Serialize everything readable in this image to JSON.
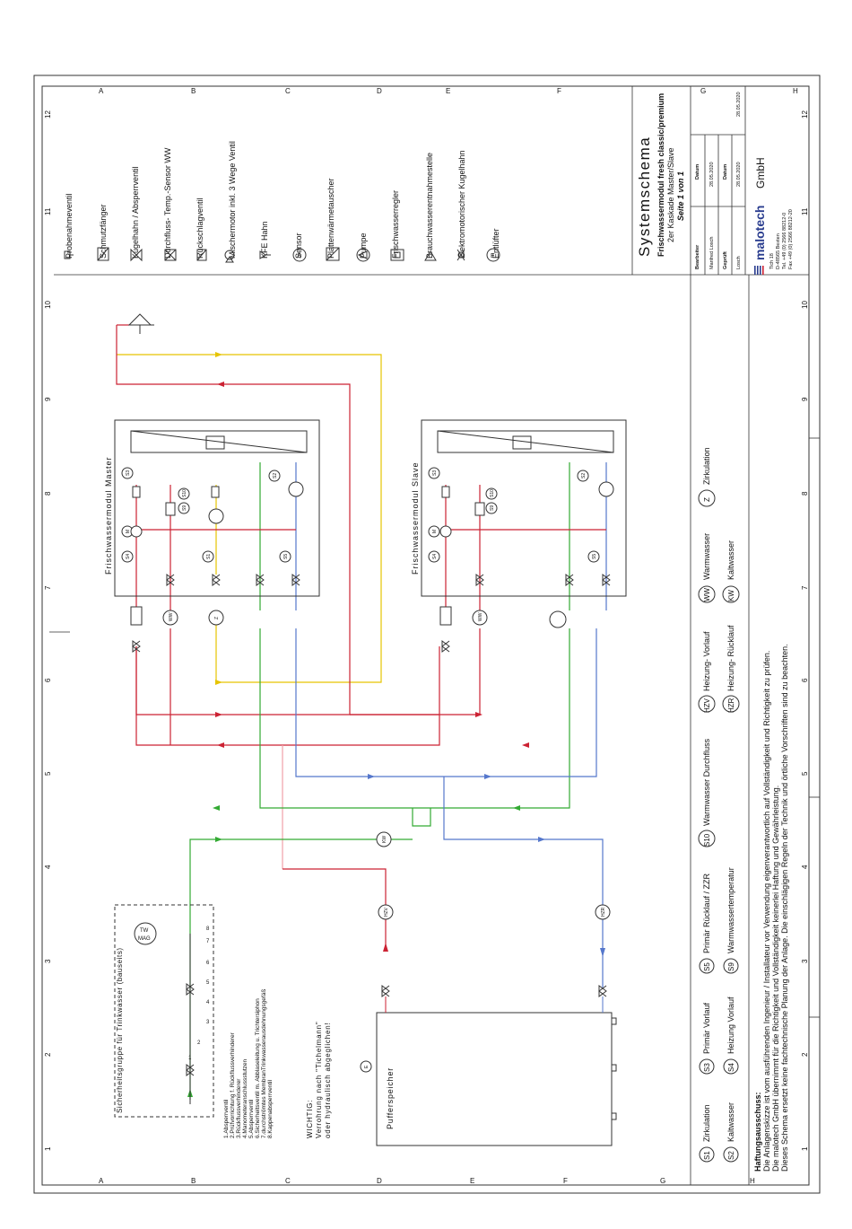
{
  "colors": {
    "red": "#cc2233",
    "pink": "#f0a0a8",
    "yellow": "#e6c400",
    "green": "#33aa33",
    "blue": "#5577cc",
    "frame": "#333333",
    "brand": "#2a3d8f"
  },
  "border": {
    "letters": [
      "A",
      "B",
      "C",
      "D",
      "E",
      "F",
      "G",
      "H"
    ],
    "numbers": [
      "12",
      "11",
      "10",
      "9",
      "8",
      "7",
      "6",
      "5",
      "4",
      "3",
      "2",
      "1"
    ]
  },
  "legend_symbols": [
    {
      "label": "Probenahmeventil",
      "icon": "sample-valve-icon"
    },
    {
      "label": "Schmutzfänger",
      "icon": "strainer-icon"
    },
    {
      "label": "Kugelhahn / Absperrventil",
      "icon": "ball-valve-icon"
    },
    {
      "label": "Durchfluss- Temp.-Sensor WW",
      "icon": "flow-temp-sensor-icon"
    },
    {
      "label": "Rückschlagventil",
      "icon": "check-valve-icon"
    },
    {
      "label": "Mischermotor inkl. 3 Wege Ventil",
      "icon": "mixer-motor-icon"
    },
    {
      "label": "KFE Hahn",
      "icon": "kfe-tap-icon"
    },
    {
      "label": "Sensor",
      "icon": "sensor-icon"
    },
    {
      "label": "Plattenwärmetauscher",
      "icon": "plate-heat-exchanger-icon"
    },
    {
      "label": "Pumpe",
      "icon": "pump-icon"
    },
    {
      "label": "Frischwasserregler",
      "icon": "controller-icon"
    },
    {
      "label": "Brauchwasserentnahmestelle",
      "icon": "tap-point-icon"
    },
    {
      "label": "Elektromotorischer Kugelhahn",
      "icon": "motor-ball-valve-icon"
    },
    {
      "label": "Entlüfter",
      "icon": "air-vent-icon"
    }
  ],
  "title_block": {
    "heading": "Systemschema",
    "line1": "Frischwassermodul fresh classic/premium",
    "line2": "2er Kaskade Master/Slave",
    "line3": "Seite 1 von 1",
    "table": {
      "bearbeiter_label": "Bearbeiter",
      "bearbeiter": "Manfred Losch",
      "datum_label": "Datum",
      "datum1": "28.05.2020",
      "geprueft_label": "Geprüft",
      "geprueft": "Losch",
      "datum2": "28.05.2020",
      "datum3": "28.05.2020"
    },
    "company": {
      "name": "malotech",
      "suffix": "GmbH",
      "street": "Tich 18",
      "city": "D-48565 Bexten",
      "tel": "Tel. +49 (0) 2566 88212-0",
      "fax": "Fax +49 (0) 2566 88212-20"
    }
  },
  "abbreviations": [
    {
      "code": "S1",
      "label": "Zirkulation"
    },
    {
      "code": "S2",
      "label": "Kaltwasser"
    },
    {
      "code": "S3",
      "label": "Primär Vorlauf"
    },
    {
      "code": "S4",
      "label": "Heizung Vorlauf"
    },
    {
      "code": "S5",
      "label": "Primär Rücklauf / ZZR"
    },
    {
      "code": "S9",
      "label": "Warmwassertemperatur"
    },
    {
      "code": "S10",
      "label": "Warmwasser Durchfluss"
    },
    {
      "code": "HZV",
      "label": "Heizung- Vorlauf"
    },
    {
      "code": "HZR",
      "label": "Heizung- Rücklauf"
    },
    {
      "code": "WW",
      "label": "Warmwasser"
    },
    {
      "code": "KW",
      "label": "Kaltwasser"
    },
    {
      "code": "Z",
      "label": "Zirkulation"
    }
  ],
  "liability": {
    "heading": "Haftungsausschuss:",
    "line1": "Die Anlagenskizze ist vom ausführenden Ingenieur / Installateur vor Verwendung eigenverantwortlich auf Vollständigkeit und Richtigkeit zu prüfen.",
    "line2": "Die malotech GmbH übernimmt für die Richtigkeit und Vollständigkeit keinerlei Haftung und Gewährleistung.",
    "line3": "Dieses Schema ersetzt keine fachtechnische Planung der Anlage. Die einschlägigen Regeln der Technik und örtliche Vorschriften sind zu beachten."
  },
  "modules": {
    "master": "Frischwassermodul Master",
    "slave": "Frischwassermodul Slave"
  },
  "sensor_tags": [
    "S3",
    "S10",
    "S9",
    "S1",
    "S2",
    "S5",
    "S4",
    "M",
    "WW",
    "Z",
    "KW",
    "HZV",
    "HZR",
    "E"
  ],
  "safety_group": {
    "title": "Sicherheitsgruppe für Trinkwasser (bauseits)",
    "numbers": [
      "1",
      "2",
      "3",
      "4",
      "5",
      "6",
      "7",
      "8"
    ],
    "items": [
      "1.Absperrventil",
      "2.Prüfvorrichtung f. Rückflussverhinderer",
      "3.Rückflussverhinderer",
      "4.Manometeranschlussstutzen",
      "5.Absperrventil",
      "6.Sicherheitsventil m. Abblaseleitung u. Trichtersiphon",
      "7.durchströmtes MembranTrinkwasserausdehnungsgefäß",
      "8.Kappenabsperrventil"
    ],
    "tw": "TW",
    "mag": "MAG"
  },
  "warning": {
    "heading": "WICHTIG:",
    "line1": "Verrohrung nach \"Tichelmann\"",
    "line2": "oder hydraulisch abgeglichen!"
  },
  "puffer": "Pufferspeicher"
}
